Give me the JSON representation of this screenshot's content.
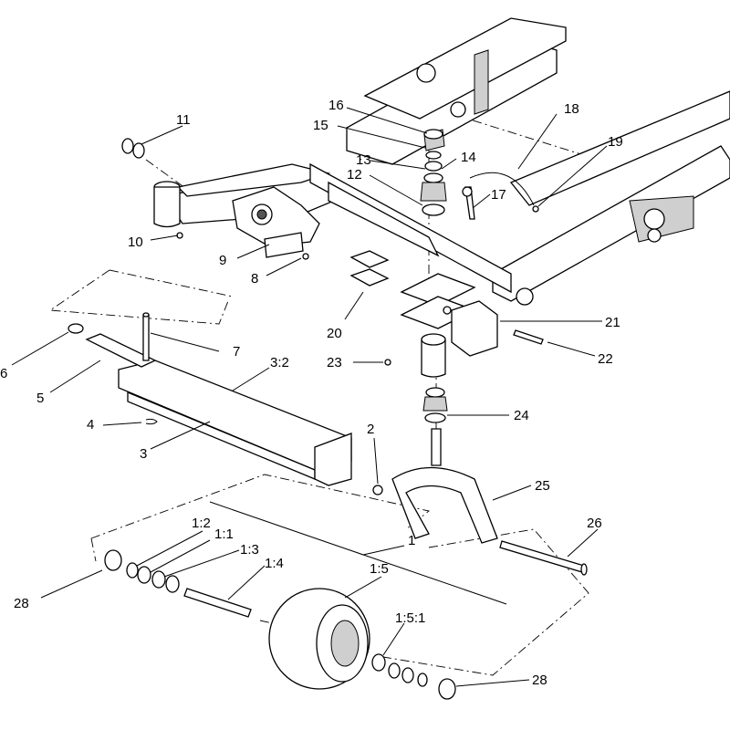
{
  "callouts": {
    "c1": "1",
    "c1_1": "1:1",
    "c1_2": "1:2",
    "c1_3": "1:3",
    "c1_4": "1:4",
    "c1_5": "1:5",
    "c1_5_1": "1:5:1",
    "c2": "2",
    "c3": "3",
    "c3_2": "3:2",
    "c4": "4",
    "c5": "5",
    "c6": "6",
    "c7": "7",
    "c8": "8",
    "c9": "9",
    "c10": "10",
    "c11": "11",
    "c12": "12",
    "c13": "13",
    "c14": "14",
    "c15": "15",
    "c16": "16",
    "c17": "17",
    "c18": "18",
    "c19": "19",
    "c20": "20",
    "c21": "21",
    "c22": "22",
    "c23": "23",
    "c24": "24",
    "c25": "25",
    "c26": "26",
    "c28a": "28",
    "c28b": "28"
  }
}
